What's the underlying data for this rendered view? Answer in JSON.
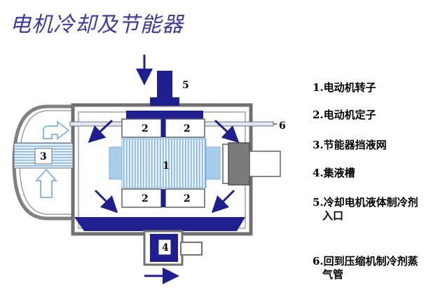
{
  "title": "电机冷却及节能器",
  "labels": {
    "rotor": "1",
    "stator_tl": "2",
    "stator_tr": "2",
    "stator_bl": "2",
    "stator_br": "2",
    "net": "3",
    "tank": "4",
    "inlet_tag": "5",
    "outlet_tag": "6"
  },
  "legend": [
    {
      "line": "1.电动机转子",
      "cont": ""
    },
    {
      "line": "2.电动机定子",
      "cont": ""
    },
    {
      "line": "3.节能器挡液网",
      "cont": ""
    },
    {
      "line": "4.集液槽",
      "cont": ""
    },
    {
      "line": "5.冷却电机液体制冷剂",
      "cont": "入口"
    },
    {
      "line": "6.回到压缩机制冷剂蒸",
      "cont": "气管"
    }
  ],
  "colors": {
    "navy": "#1f1f8f",
    "light_blue": "#b8d8f0",
    "stripe": "#7fb2e0",
    "gray": "#808080",
    "dark_gray": "#606060"
  }
}
